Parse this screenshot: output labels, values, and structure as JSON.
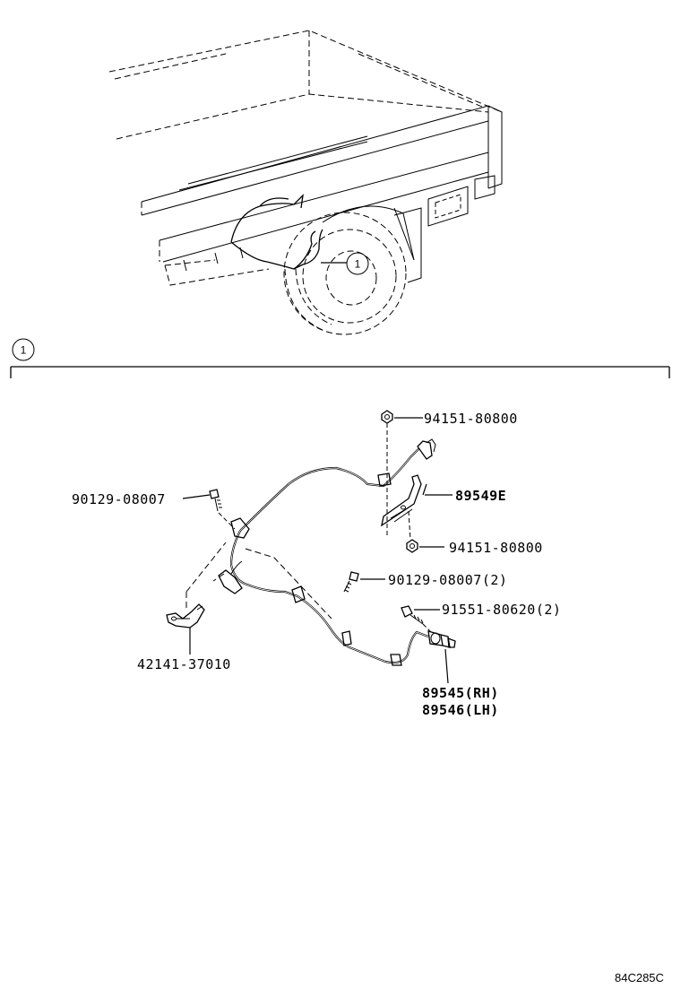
{
  "callout_marker": "1",
  "section_marker": "1",
  "parts": {
    "nut_top": "94151-80800",
    "bracket": "89549E",
    "nut_bottom": "94151-80800",
    "bolt_left": "90129-08007",
    "bolt_mid": "90129-08007(2)",
    "bolt_sensor": "91551-80620(2)",
    "clamp": "42141-37010",
    "sensor_rh": "89545(RH)",
    "sensor_lh": "89546(LH)"
  },
  "figure_code": "84C285C"
}
